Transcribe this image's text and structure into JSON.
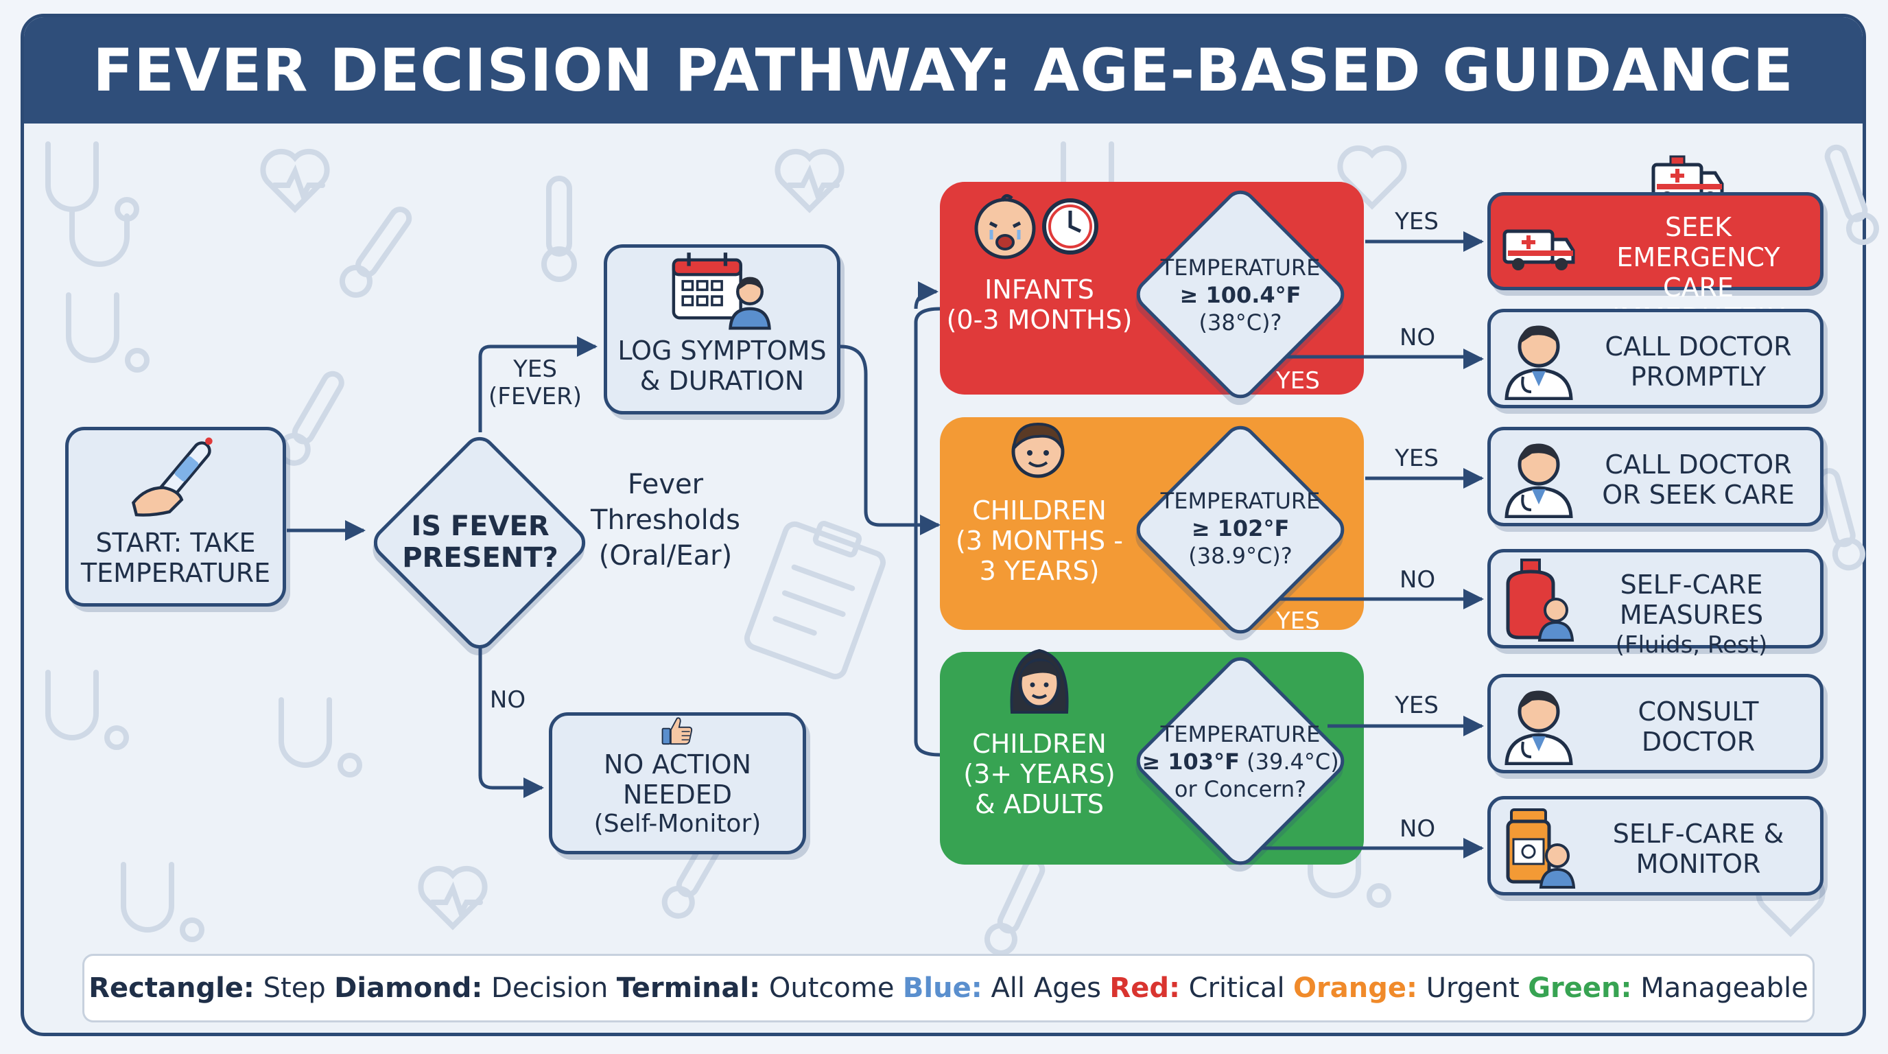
{
  "title": "FEVER DECISION PATHWAY: AGE-BASED GUIDANCE",
  "colors": {
    "navy": "#2f4e7a",
    "red": "#e03a3a",
    "orange": "#f39a35",
    "green": "#37a352",
    "blue_text": "#5a8fce"
  },
  "start": {
    "l1": "START: TAKE",
    "l2": "TEMPERATURE"
  },
  "fever_q": {
    "l1": "IS FEVER",
    "l2": "PRESENT?"
  },
  "thresholds": {
    "l1": "Fever",
    "l2": "Thresholds",
    "l3": "(Oral/Ear)"
  },
  "yes_fever": {
    "l1": "YES",
    "l2": "(FEVER)"
  },
  "no_label": "NO",
  "log": {
    "l1": "LOG SYMPTOMS",
    "l2": "& DURATION"
  },
  "no_action": {
    "l1": "NO ACTION NEEDED",
    "l2": "(Self-Monitor)"
  },
  "infants": {
    "label1": "INFANTS",
    "label2": "(0-3 MONTHS)",
    "q1": "TEMPERATURE",
    "q2": "≥ 100.4°F",
    "q3": "(38°C)?",
    "yes": "YES"
  },
  "children": {
    "label1": "CHILDREN",
    "label2": "(3 MONTHS -",
    "label3": "3 YEARS)",
    "q1": "TEMPERATURE",
    "q2": "≥ 102°F",
    "q3": "(38.9°C)?",
    "yes": "YES"
  },
  "adults": {
    "label1": "CHILDREN",
    "label2": "(3+ YEARS)",
    "label3": "& ADULTS",
    "q1": "TEMPERATURE",
    "q2a": "≥ 103°F",
    "q2b": " (39.4°C)",
    "q3": "or Concern?"
  },
  "edge": {
    "yes": "YES",
    "no": "NO"
  },
  "outcomes": {
    "emergency": {
      "l1": "SEEK EMERGENCY",
      "l2": "CARE IMMEDIATELY"
    },
    "call_prompt": {
      "l1": "CALL DOCTOR",
      "l2": "PROMPTLY"
    },
    "call_care": {
      "l1": "CALL DOCTOR",
      "l2": "OR SEEK CARE"
    },
    "self_care": {
      "l1": "SELF-CARE MEASURES",
      "l2": "(Fluids, Rest)"
    },
    "consult": {
      "l1": "CONSULT",
      "l2": "DOCTOR"
    },
    "monitor": {
      "l1": "SELF-CARE &",
      "l2": "MONITOR"
    }
  },
  "legend": {
    "rect_k": "Rectangle:",
    "rect_v": "Step",
    "dia_k": "Diamond:",
    "dia_v": "Decision",
    "term_k": "Terminal:",
    "term_v": "Outcome",
    "blue_k": "Blue:",
    "blue_v": "All Ages",
    "red_k": "Red:",
    "red_v": "Critical",
    "orange_k": "Orange:",
    "orange_v": "Urgent",
    "green_k": "Green:",
    "green_v": "Manageable"
  }
}
